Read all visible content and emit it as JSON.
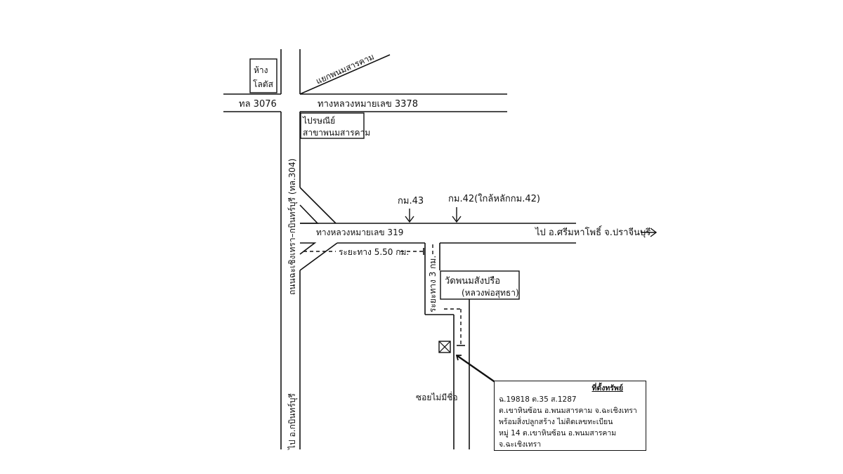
{
  "labels": {
    "mall_line1": "ห้าง",
    "mall_line2": "โลตัส",
    "road_3076": "ทล 3076",
    "highway_3378": "ทางหลวงหมายเลข 3378",
    "junction": "แยกพนมสารคาม",
    "post_office_line1": "ไปรษณีย์",
    "post_office_line2": "สาขาพนมสารคาม",
    "main_road": "ถนนฉะเชิงเทรา–กบินทร์บุรี (ทล.304)",
    "km43": "กม.43",
    "km42": "กม.42(ใกล้หลักกม.42)",
    "highway_319": "ทางหลวงหมายเลข 319",
    "to_srimaha": "ไป อ.ศรีมหาโพธิ์ จ.ปราจีนบุรี",
    "distance_550": "ระยะทาง 5.50 กม.",
    "distance_3": "ระยะทาง 3 กม.",
    "temple_line1": "วัดพนมสังปรือ",
    "temple_line2": "(หลวงพ่อสุทธา)",
    "unnamed_soi": "ซอยไม่มีชื่อ",
    "to_kabin": "ไป อ.กบินทร์บุรี"
  },
  "property": {
    "title": "ที่ตั้งทรัพย์",
    "lines": [
      "ฉ.19818 ต.35 ส.1287",
      "ต.เขาหินซ้อน อ.พนมสารคาม จ.ฉะเชิงเทรา",
      "พร้อมสิ่งปลูกสร้าง ไม่ติดเลขทะเบียน",
      "หมู่ 14 ต.เขาหินซ้อน อ.พนมสารคาม",
      "จ.ฉะเชิงเทรา"
    ]
  }
}
